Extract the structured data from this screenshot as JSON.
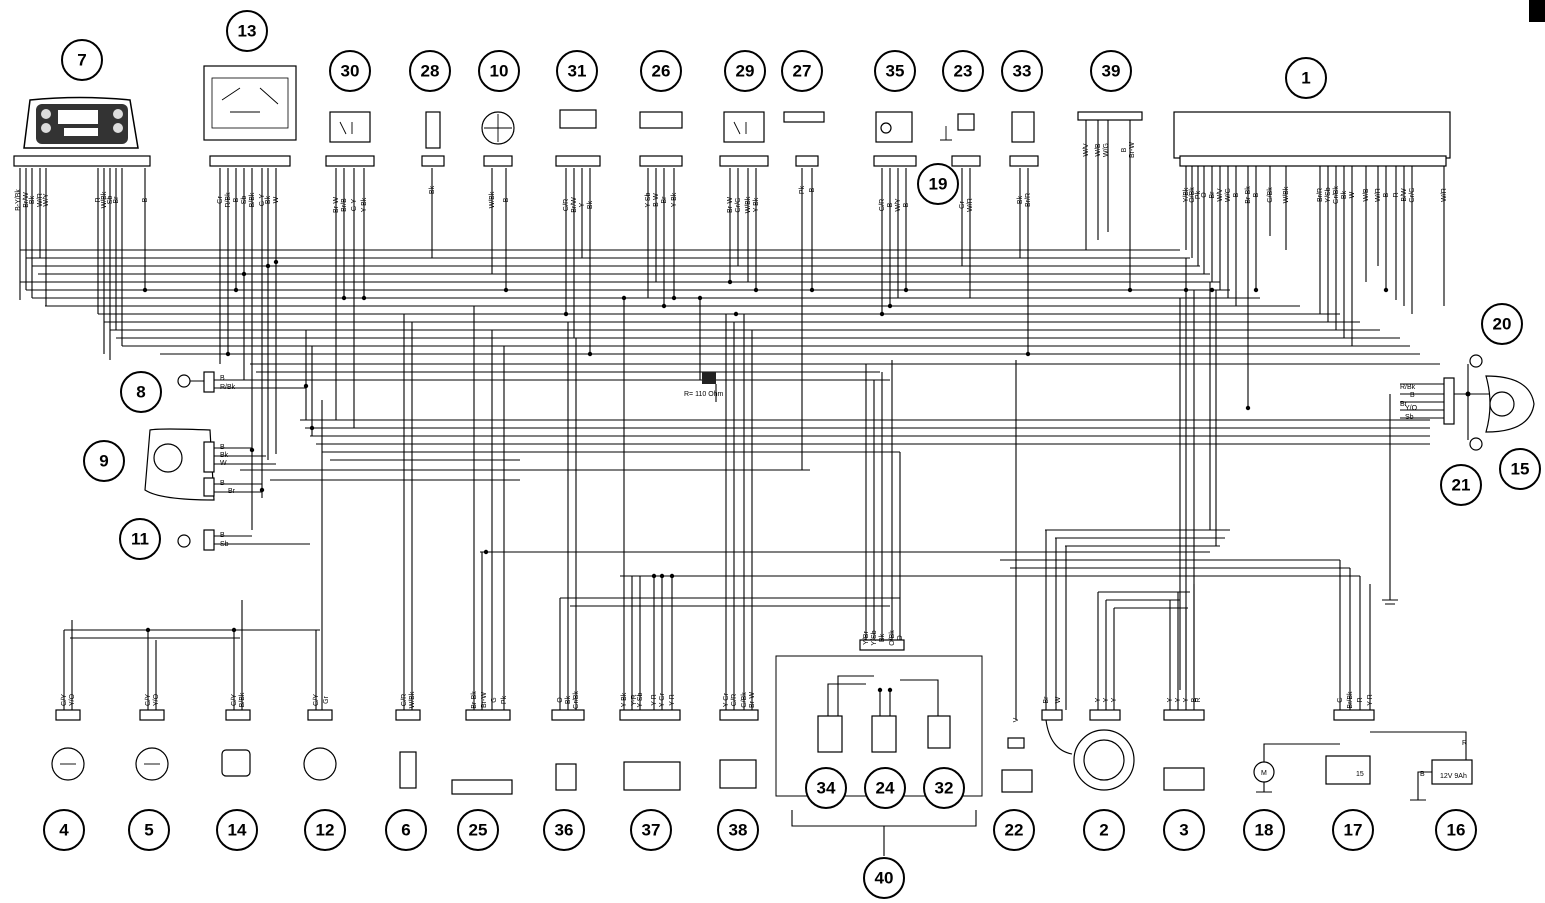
{
  "components": [
    {
      "id": "c7",
      "number": "7"
    },
    {
      "id": "c13",
      "number": "13"
    },
    {
      "id": "c30",
      "number": "30"
    },
    {
      "id": "c28",
      "number": "28"
    },
    {
      "id": "c10",
      "number": "10"
    },
    {
      "id": "c31",
      "number": "31"
    },
    {
      "id": "c26",
      "number": "26"
    },
    {
      "id": "c29",
      "number": "29"
    },
    {
      "id": "c27",
      "number": "27"
    },
    {
      "id": "c35",
      "number": "35"
    },
    {
      "id": "c23",
      "number": "23"
    },
    {
      "id": "c33",
      "number": "33"
    },
    {
      "id": "c39",
      "number": "39"
    },
    {
      "id": "c1",
      "number": "1"
    },
    {
      "id": "c19",
      "number": "19"
    },
    {
      "id": "c8",
      "number": "8"
    },
    {
      "id": "c9",
      "number": "9"
    },
    {
      "id": "c11",
      "number": "11"
    },
    {
      "id": "c20",
      "number": "20"
    },
    {
      "id": "c15",
      "number": "15"
    },
    {
      "id": "c21",
      "number": "21"
    },
    {
      "id": "c4",
      "number": "4"
    },
    {
      "id": "c5",
      "number": "5"
    },
    {
      "id": "c14",
      "number": "14"
    },
    {
      "id": "c12",
      "number": "12"
    },
    {
      "id": "c6",
      "number": "6"
    },
    {
      "id": "c25",
      "number": "25"
    },
    {
      "id": "c36",
      "number": "36"
    },
    {
      "id": "c37",
      "number": "37"
    },
    {
      "id": "c38",
      "number": "38"
    },
    {
      "id": "c34",
      "number": "34"
    },
    {
      "id": "c24",
      "number": "24"
    },
    {
      "id": "c32",
      "number": "32"
    },
    {
      "id": "c40",
      "number": "40"
    },
    {
      "id": "c22",
      "number": "22"
    },
    {
      "id": "c2",
      "number": "2"
    },
    {
      "id": "c3",
      "number": "3"
    },
    {
      "id": "c18",
      "number": "18"
    },
    {
      "id": "c17",
      "number": "17"
    },
    {
      "id": "c16",
      "number": "16"
    }
  ],
  "wire_labels": {
    "c7": [
      "B-Y/Bk",
      "Br/W",
      "Bk",
      "W/R",
      "W/Y",
      "R",
      "W/Bk",
      "Sb",
      "Br",
      "B"
    ],
    "c13": [
      "Gr",
      "R/Bk",
      "B",
      "Sb",
      "B/Bk",
      "G-Y",
      "Bk",
      "W"
    ],
    "c30": [
      "Br-W",
      "Br/B",
      "G-Y",
      "Y-Bk"
    ],
    "c28": [
      "Bk"
    ],
    "c10": [
      "W/Bk",
      "B"
    ],
    "c31": [
      "G/R",
      "Br/W",
      "Y",
      "Bk"
    ],
    "c26": [
      "Y-Sb",
      "B-W",
      "Br",
      "Y-Bk"
    ],
    "c29": [
      "Br-W",
      "Gr/G",
      "W/Bk",
      "Y-Bk"
    ],
    "c27": [
      "Pk",
      "B"
    ],
    "c35": [
      "G/R",
      "B",
      "W/Y",
      "B"
    ],
    "c23": [
      "Gr",
      "W/R"
    ],
    "c33": [
      "Bk",
      "Br/R"
    ],
    "c39": [
      "W/V",
      "W/B",
      "W/G",
      "B",
      "Br-W"
    ],
    "c1": [
      "Y/Bk",
      "O/Bk",
      "Pk",
      "O",
      "Br",
      "W/V",
      "W/G",
      "B",
      "Br-Bk",
      "B",
      "G/Bk",
      "W/Bk",
      "Br/R",
      "Y/Sb",
      "Gr/Bk",
      "Bk",
      "W",
      "W/B",
      "W/R",
      "B",
      "R",
      "B/W",
      "Gr/G",
      "W/R"
    ],
    "c8": [
      "B",
      "R/Bk"
    ],
    "c9": [
      "B",
      "Bk",
      "W"
    ],
    "c9b": [
      "B",
      "Br"
    ],
    "c11": [
      "B",
      "Sb"
    ],
    "c15": [
      "R/Bk",
      "B",
      "Br",
      "Y/O",
      "Sb"
    ],
    "c4": [
      "G/Y",
      "Y/O"
    ],
    "c5": [
      "G/Y",
      "Y/O"
    ],
    "c14": [
      "G/Y",
      "B/Bk"
    ],
    "c12": [
      "G/Y",
      "Gr"
    ],
    "c6": [
      "G/R",
      "W/Bk"
    ],
    "c25": [
      "Br-Bk",
      "Br-W",
      "G",
      "Pk"
    ],
    "c36": [
      "O",
      "Bk",
      "Gr/Bk"
    ],
    "c37": [
      "Y-Bk",
      "Y-R",
      "Y-Sb",
      "Y-R",
      "Y-Gr",
      "Y-R"
    ],
    "c38": [
      "Y-Gr",
      "G/R",
      "G/Bk",
      "Br-W"
    ],
    "c40": [
      "Y/Br",
      "Y/Sb",
      "Bk",
      "O/Bk",
      "O"
    ],
    "c22": [
      "V"
    ],
    "c2": [
      "Br",
      "W",
      "Y",
      "Y",
      "Y"
    ],
    "c3": [
      "Y",
      "Y",
      "Y",
      "B",
      "R"
    ],
    "c17": [
      "G",
      "Br/Bk",
      "R",
      "Y-R"
    ],
    "c16": [
      "B",
      "R"
    ]
  },
  "annotations": {
    "resistor": "R= 110 Ohm",
    "battery": "12V 9Ah",
    "relay_15": "15",
    "motor_m": "M"
  }
}
